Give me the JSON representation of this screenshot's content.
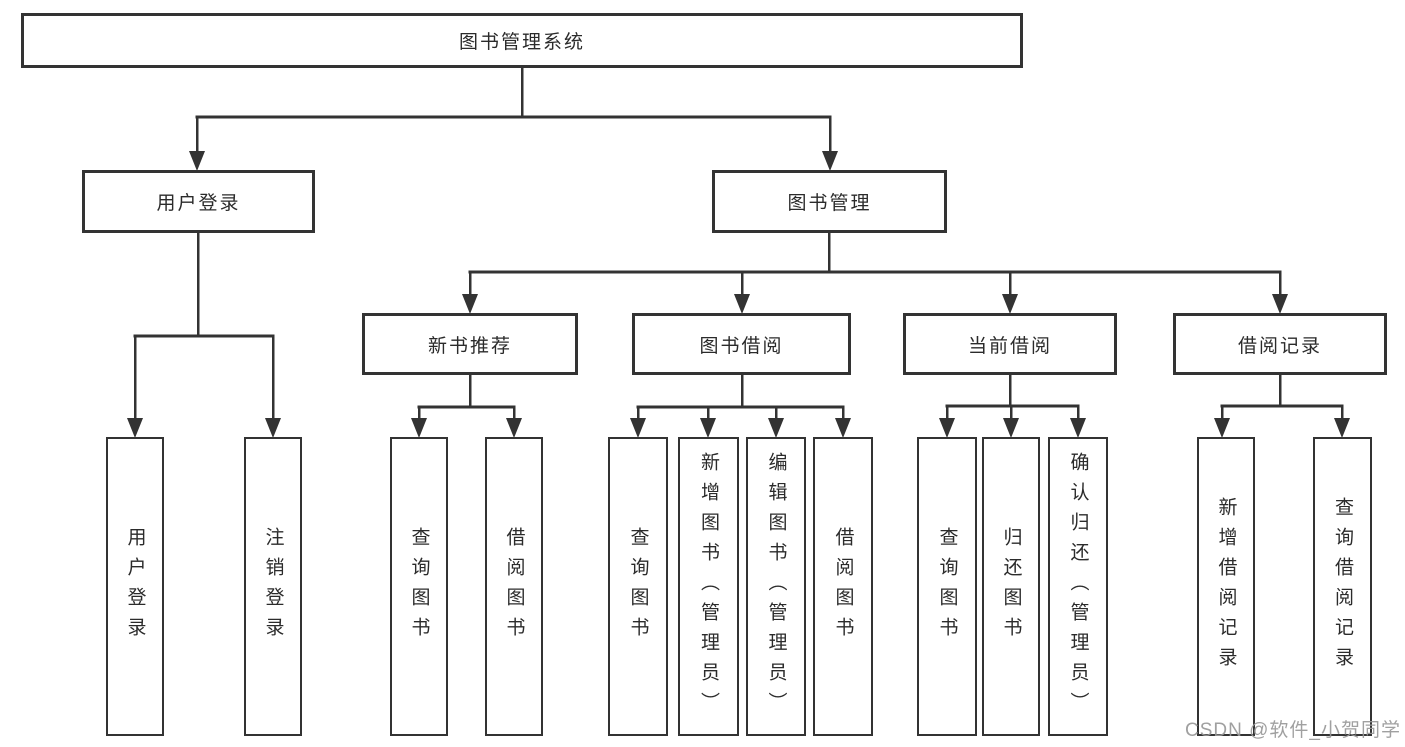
{
  "tree": {
    "label": "图书管理系统",
    "children": [
      {
        "label": "用户登录",
        "children": [
          {
            "label": "用户登录"
          },
          {
            "label": "注销登录"
          }
        ]
      },
      {
        "label": "图书管理",
        "children": [
          {
            "label": "新书推荐",
            "children": [
              {
                "label": "查询图书"
              },
              {
                "label": "借阅图书"
              }
            ]
          },
          {
            "label": "图书借阅",
            "children": [
              {
                "label": "查询图书"
              },
              {
                "label": "新增图书（管理员）"
              },
              {
                "label": "编辑图书（管理员）"
              },
              {
                "label": "借阅图书"
              }
            ]
          },
          {
            "label": "当前借阅",
            "children": [
              {
                "label": "查询图书"
              },
              {
                "label": "归还图书"
              },
              {
                "label": "确认归还（管理员）"
              }
            ]
          },
          {
            "label": "借阅记录",
            "children": [
              {
                "label": "新增借阅记录"
              },
              {
                "label": "查询借阅记录"
              }
            ]
          }
        ]
      }
    ]
  },
  "watermark": {
    "text": "CSDN @软件_小贺同学"
  },
  "colors": {
    "line": "#333333",
    "box_border": "#333333",
    "text": "#2b2b2b",
    "watermark": "#989898",
    "background": "#ffffff"
  }
}
